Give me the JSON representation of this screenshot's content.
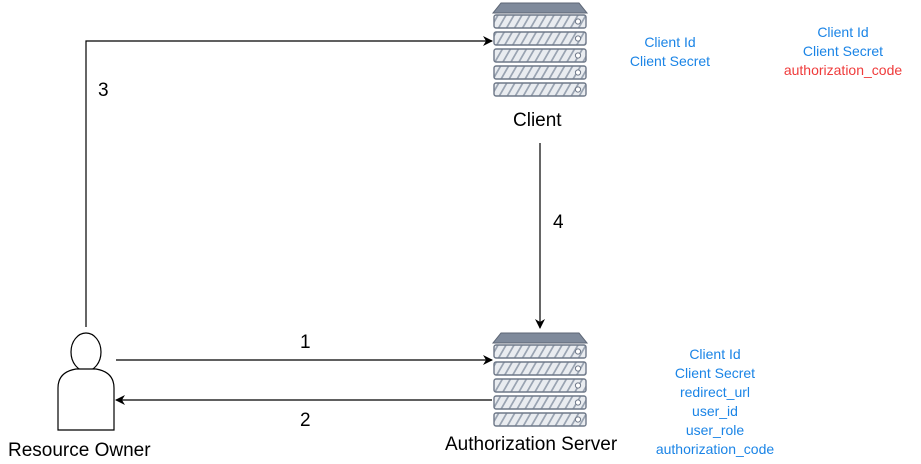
{
  "colors": {
    "info_text": "#1a84e6",
    "highlight_text": "#ef3b3b",
    "line": "#000000",
    "server_gray": "#7f8a9b"
  },
  "nodes": {
    "client": {
      "label": "Client",
      "icon": "server-icon"
    },
    "authorization_server": {
      "label": "Authorization Server",
      "icon": "server-icon"
    },
    "resource_owner": {
      "label": "Resource Owner",
      "icon": "person-icon"
    }
  },
  "flows": [
    {
      "label": "1",
      "from": "Resource Owner",
      "to": "Authorization Server"
    },
    {
      "label": "2",
      "from": "Authorization Server",
      "to": "Resource Owner"
    },
    {
      "label": "3",
      "from": "Resource Owner",
      "to": "Client"
    },
    {
      "label": "4",
      "from": "Client",
      "to": "Authorization Server"
    }
  ],
  "client_info": [
    "Client Id",
    "Client Secret"
  ],
  "client_info_after": [
    "Client Id",
    "Client Secret",
    "authorization_code"
  ],
  "auth_server_info": [
    "Client Id",
    "Client Secret",
    "redirect_url",
    "user_id",
    "user_role",
    "authorization_code"
  ]
}
